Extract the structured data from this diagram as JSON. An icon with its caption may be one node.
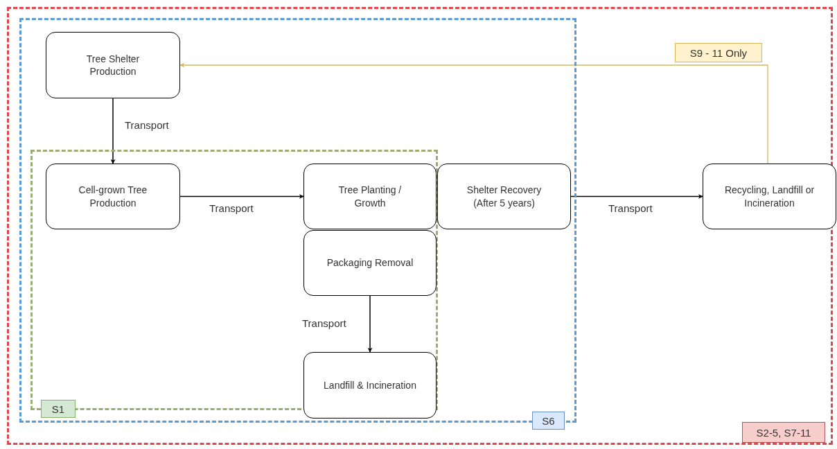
{
  "diagram": {
    "nodes": [
      {
        "text": [
          "S2-5, S7-11"
        ]
      },
      {
        "text": [
          "S6"
        ],
        "in": 0
      },
      {
        "text": [
          "S1"
        ],
        "in": 1
      },
      {
        "text": [
          "Tree Shelter Production"
        ],
        "in": 1
      },
      {
        "text": [
          "Cell-grown Tree Production"
        ],
        "in": 2
      },
      {
        "text": [
          "Tree Planting / Growth"
        ],
        "in": 2
      },
      {
        "text": [
          "Shelter Recovery (After 5 years)"
        ],
        "in": 1
      },
      {
        "text": [
          "Packaging Removal"
        ],
        "in": 2
      },
      {
        "text": [
          "Landfill & Incineration"
        ],
        "in": 1
      },
      {
        "text": [
          "Recycling, Landfill or Incineration"
        ],
        "in": 0
      }
    ],
    "edges": [
      {
        "from": 3,
        "to": 4,
        "arrow": "to",
        "label": "Transport"
      },
      {
        "from": 4,
        "to": 5,
        "arrow": "to",
        "label": "Transport"
      },
      {
        "from": 6,
        "to": 9,
        "arrow": "to",
        "label": "Transport"
      },
      {
        "from": 7,
        "to": 8,
        "arrow": "to",
        "label": "Transport"
      },
      {
        "from": 9,
        "to": 3,
        "arrow": "to",
        "label": "S9 - 11 Only",
        "color": "#d6b656"
      }
    ]
  }
}
